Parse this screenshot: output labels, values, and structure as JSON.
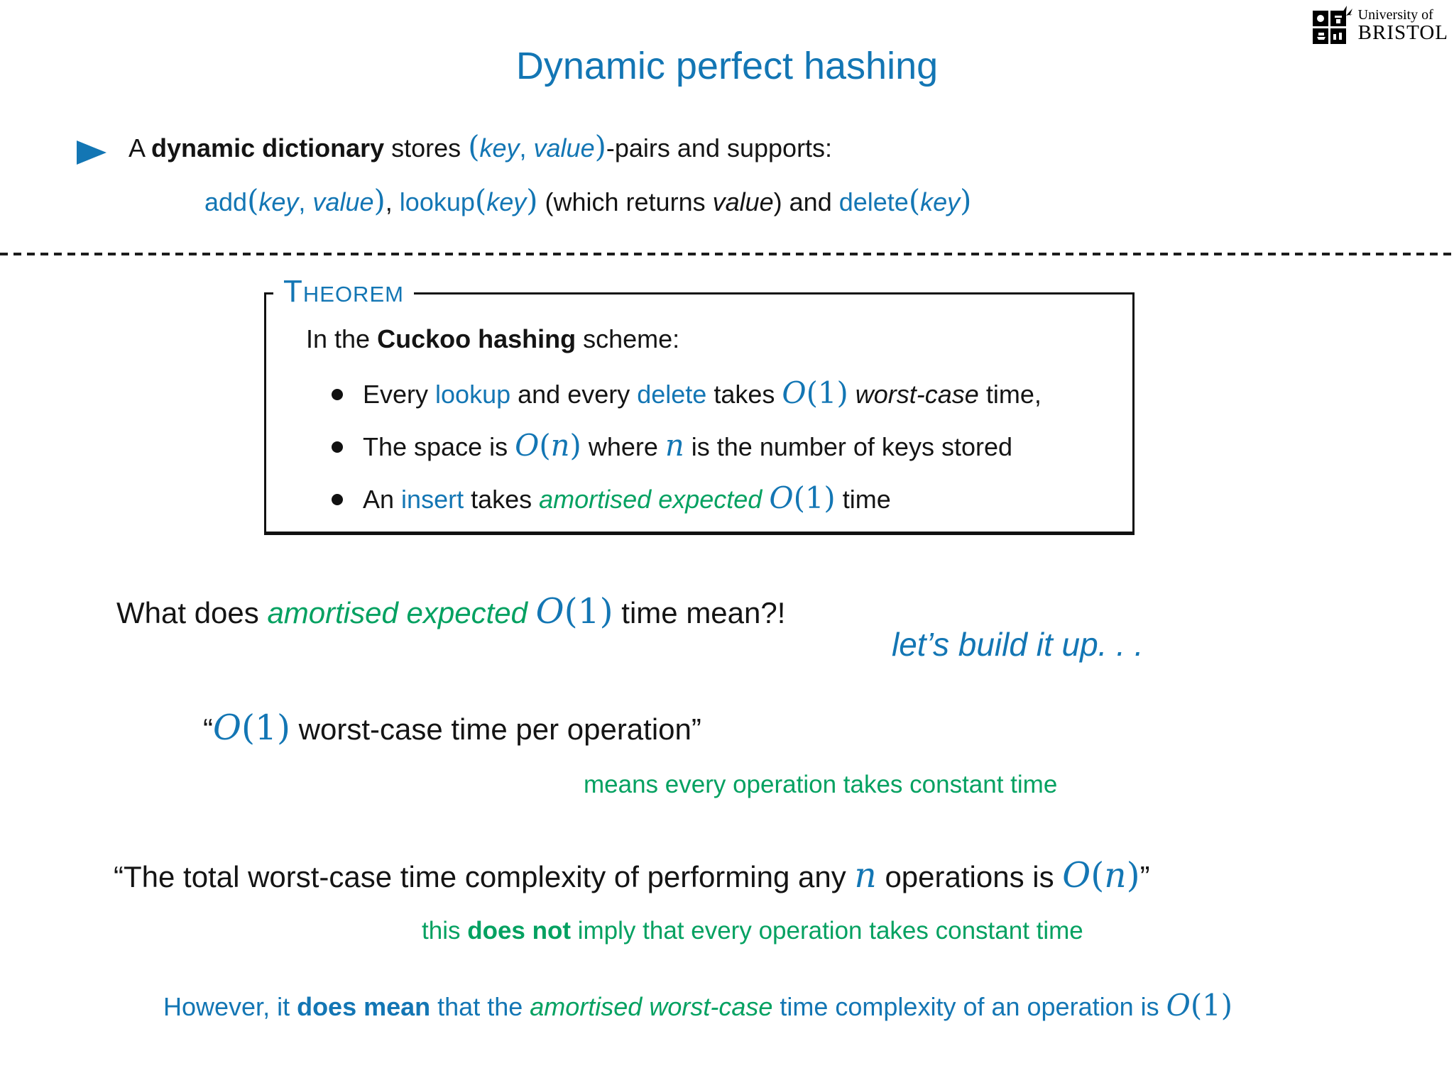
{
  "colors": {
    "blue": "#1376b4",
    "green": "#04a161",
    "black": "#141414"
  },
  "logo": {
    "line1": "University of",
    "line2": "BRISTOL"
  },
  "title": "Dynamic perfect hashing",
  "intro": {
    "line1": [
      {
        "t": "A ",
        "s": "k"
      },
      {
        "t": "dynamic dictionary",
        "s": "kb"
      },
      {
        "t": " stores ",
        "s": "k"
      },
      {
        "t": "(",
        "s": "mu"
      },
      {
        "t": "key",
        "s": "bi"
      },
      {
        "t": ", ",
        "s": "b"
      },
      {
        "t": "value",
        "s": "bi"
      },
      {
        "t": ")",
        "s": "mu"
      },
      {
        "t": "-pairs and supports:",
        "s": "k"
      }
    ],
    "line2": [
      {
        "t": "add",
        "s": "b"
      },
      {
        "t": "(",
        "s": "mu"
      },
      {
        "t": "key",
        "s": "bi"
      },
      {
        "t": ", ",
        "s": "b"
      },
      {
        "t": "value",
        "s": "bi"
      },
      {
        "t": ")",
        "s": "mu"
      },
      {
        "t": ", ",
        "s": "k"
      },
      {
        "t": "lookup",
        "s": "b"
      },
      {
        "t": "(",
        "s": "mu"
      },
      {
        "t": "key",
        "s": "bi"
      },
      {
        "t": ")",
        "s": "mu"
      },
      {
        "t": " (which returns ",
        "s": "k"
      },
      {
        "t": "value",
        "s": "ki"
      },
      {
        "t": ") and ",
        "s": "k"
      },
      {
        "t": "delete",
        "s": "b"
      },
      {
        "t": "(",
        "s": "mu"
      },
      {
        "t": "key",
        "s": "bi"
      },
      {
        "t": ")",
        "s": "mu"
      }
    ]
  },
  "theorem": {
    "label": "Theorem",
    "intro": [
      {
        "t": "In the ",
        "s": "k"
      },
      {
        "t": "Cuckoo hashing",
        "s": "kb"
      },
      {
        "t": " scheme:",
        "s": "k"
      }
    ],
    "bullets": {
      "b0": [
        {
          "t": "Every ",
          "s": "k"
        },
        {
          "t": "lookup",
          "s": "b"
        },
        {
          "t": " and every ",
          "s": "k"
        },
        {
          "t": "delete",
          "s": "b"
        },
        {
          "t": " takes ",
          "s": "k"
        },
        {
          "t": "O",
          "s": "mv"
        },
        {
          "t": "(1)",
          "s": "mu"
        },
        {
          "t": " ",
          "s": "k"
        },
        {
          "t": "worst-case",
          "s": "ki"
        },
        {
          "t": " time,",
          "s": "k"
        }
      ],
      "b1": [
        {
          "t": "The space is ",
          "s": "k"
        },
        {
          "t": "O",
          "s": "mv"
        },
        {
          "t": "(",
          "s": "mu"
        },
        {
          "t": "n",
          "s": "mv"
        },
        {
          "t": ")",
          "s": "mu"
        },
        {
          "t": " where ",
          "s": "k"
        },
        {
          "t": "n",
          "s": "mv"
        },
        {
          "t": " is the number of keys stored",
          "s": "k"
        }
      ],
      "b2": [
        {
          "t": "An ",
          "s": "k"
        },
        {
          "t": "insert",
          "s": "b"
        },
        {
          "t": " takes ",
          "s": "k"
        },
        {
          "t": "amortised expected",
          "s": "gi"
        },
        {
          "t": " ",
          "s": "k"
        },
        {
          "t": "O",
          "s": "mv"
        },
        {
          "t": "(1)",
          "s": "mu"
        },
        {
          "t": " time",
          "s": "k"
        }
      ]
    }
  },
  "question": [
    {
      "t": "What does ",
      "s": "k"
    },
    {
      "t": "amortised expected",
      "s": "gi"
    },
    {
      "t": " ",
      "s": "k"
    },
    {
      "t": "O",
      "s": "mv"
    },
    {
      "t": "(1)",
      "s": "mu"
    },
    {
      "t": " time mean?!",
      "s": "k"
    }
  ],
  "aside": "let’s build it up. . .",
  "quote1": [
    {
      "t": "“",
      "s": "k"
    },
    {
      "t": "O",
      "s": "mv"
    },
    {
      "t": "(1)",
      "s": "mu"
    },
    {
      "t": " worst-case time per operation",
      "s": "k"
    },
    {
      "t": "”",
      "s": "k"
    }
  ],
  "quote1_note": "means every operation takes constant time",
  "quote2": [
    {
      "t": "“The total worst-case time complexity of performing any ",
      "s": "k"
    },
    {
      "t": "n",
      "s": "mv"
    },
    {
      "t": " operations is ",
      "s": "k"
    },
    {
      "t": "O",
      "s": "mv"
    },
    {
      "t": "(",
      "s": "mu"
    },
    {
      "t": "n",
      "s": "mv"
    },
    {
      "t": ")",
      "s": "mu"
    },
    {
      "t": "”",
      "s": "k"
    }
  ],
  "quote2_note": [
    {
      "t": "this ",
      "s": "g"
    },
    {
      "t": "does not",
      "s": "gb"
    },
    {
      "t": " imply that every operation takes constant time",
      "s": "g"
    }
  ],
  "conclusion": [
    {
      "t": "However, it ",
      "s": "b"
    },
    {
      "t": "does mean",
      "s": "bb"
    },
    {
      "t": " that the ",
      "s": "b"
    },
    {
      "t": "amortised worst-case",
      "s": "gi"
    },
    {
      "t": " time complexity of an operation is ",
      "s": "b"
    },
    {
      "t": "O",
      "s": "mv"
    },
    {
      "t": "(1)",
      "s": "mu"
    }
  ]
}
